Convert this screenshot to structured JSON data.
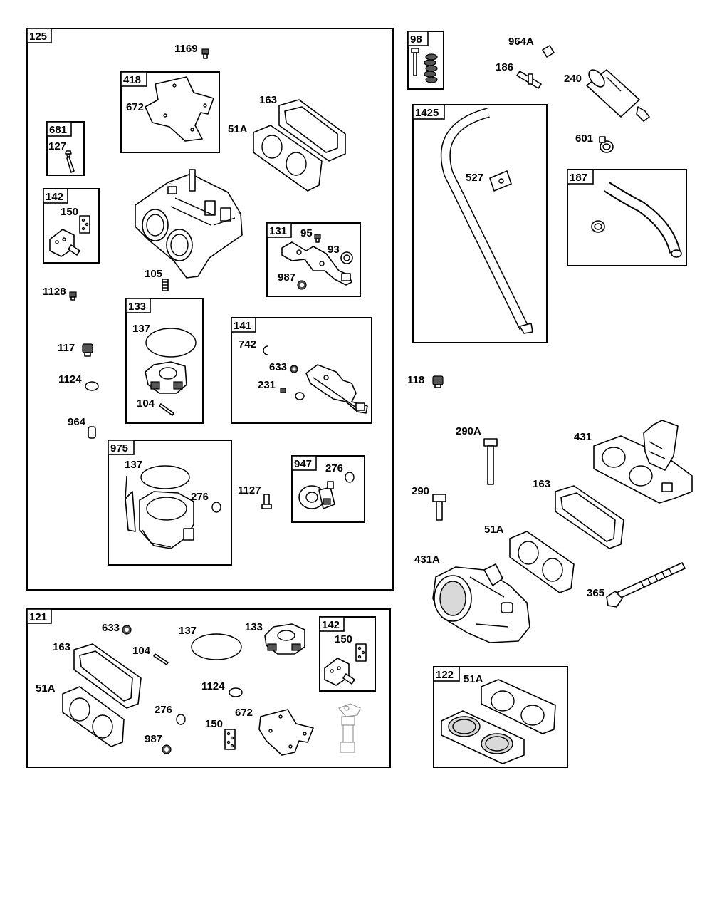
{
  "groups": {
    "g125": "125",
    "g418": "418",
    "g681": "681",
    "g142": "142",
    "g131": "131",
    "g133": "133",
    "g141": "141",
    "g975": "975",
    "g947": "947",
    "g98": "98",
    "g1425": "1425",
    "g187": "187",
    "g121": "121",
    "g142b": "142",
    "g122": "122"
  },
  "labels": {
    "p1169": "1169",
    "p672": "672",
    "p163": "163",
    "p51A": "51A",
    "p127": "127",
    "p150": "150",
    "p105": "105",
    "p1128": "1128",
    "p95": "95",
    "p93": "93",
    "p987": "987",
    "p137": "137",
    "p104": "104",
    "p117": "117",
    "p1124": "1124",
    "p964": "964",
    "p742": "742",
    "p633": "633",
    "p231": "231",
    "p137b": "137",
    "p276": "276",
    "p1127": "1127",
    "p276b": "276",
    "p964A": "964A",
    "p186": "186",
    "p240": "240",
    "p601": "601",
    "p527": "527",
    "p118": "118",
    "p290A": "290A",
    "p431": "431",
    "p290": "290",
    "p163b": "163",
    "p51Ab": "51A",
    "p431A": "431A",
    "p365": "365",
    "q633": "633",
    "q163": "163",
    "q104": "104",
    "q137": "137",
    "q133": "133",
    "q51A": "51A",
    "q276": "276",
    "q1124": "1124",
    "q987": "987",
    "q150": "150",
    "q672": "672",
    "q150b": "150",
    "r51A": "51A"
  }
}
